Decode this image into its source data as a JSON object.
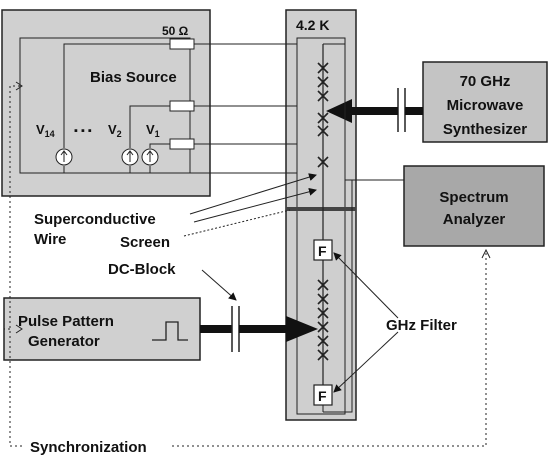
{
  "diagram": {
    "bias_source": {
      "title": "Bias Source",
      "resistor_label": "50 Ω",
      "v14": {
        "base": "V",
        "sub": "14"
      },
      "dots": "▪ ▪ ▪",
      "v2": {
        "base": "V",
        "sub": "2"
      },
      "v1": {
        "base": "V",
        "sub": "1"
      }
    },
    "cryostat": {
      "temperature": "4.2 K"
    },
    "synthesizer": {
      "lines": [
        "70 GHz",
        "Microwave",
        "Synthesizer"
      ]
    },
    "spectrum_analyzer": {
      "lines": [
        "Spectrum",
        "Analyzer"
      ]
    },
    "pulse_generator": {
      "lines": [
        "Pulse Pattern",
        "Generator"
      ]
    },
    "labels": {
      "wire_line1": "Superconductive",
      "wire_line2": "Wire",
      "screen": "Screen",
      "dc_block": "DC-Block",
      "ghz_filter": "GHz Filter",
      "synchronization": "Synchronization",
      "filter_symbol": "F"
    }
  }
}
